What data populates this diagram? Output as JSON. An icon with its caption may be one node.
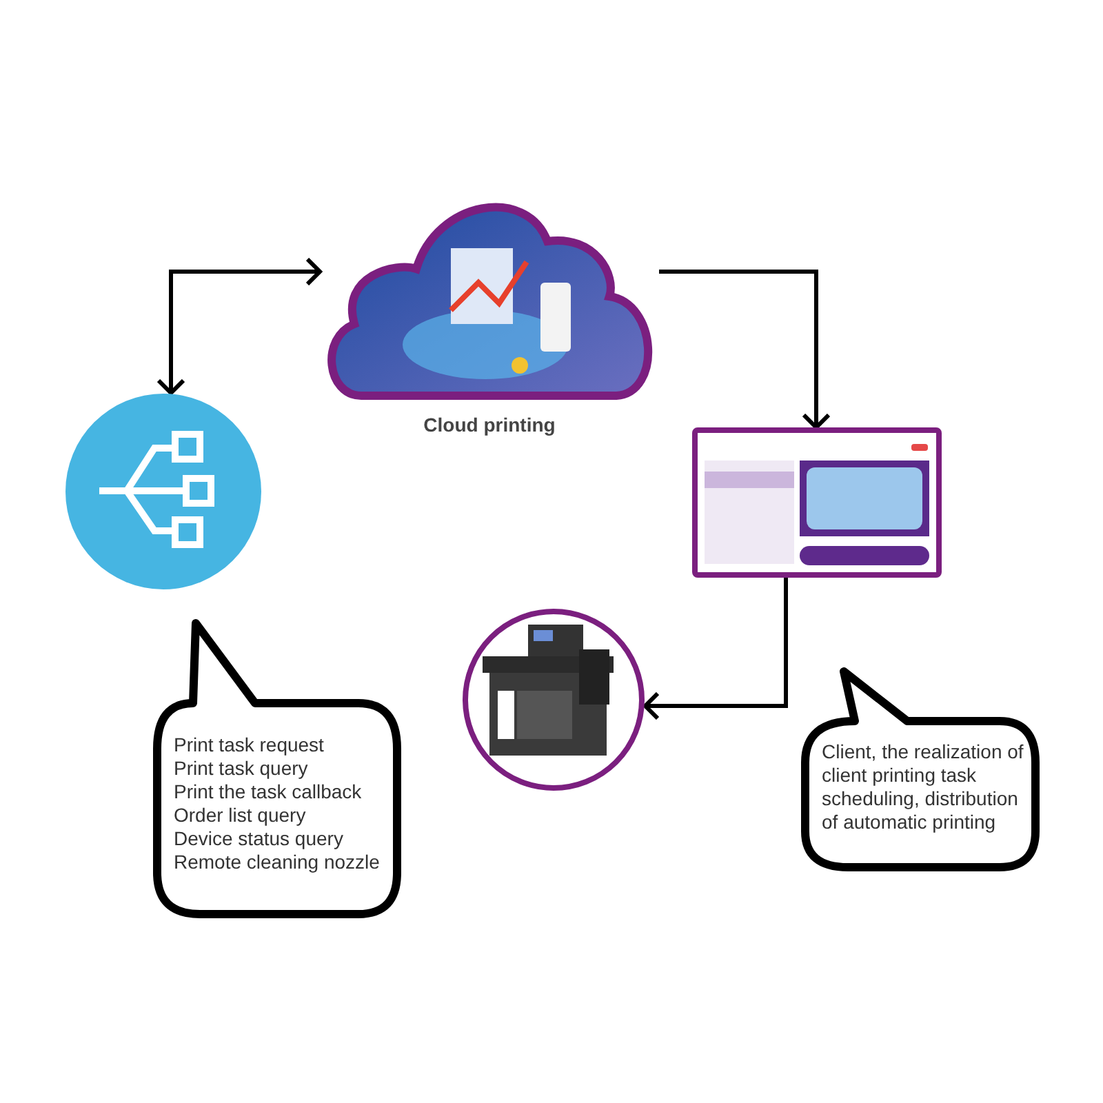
{
  "diagram": {
    "nodes": [
      {
        "text": [],
        "shape": "picture"
      },
      {
        "text": [
          "Cloud printing"
        ]
      },
      {
        "text": [],
        "shape": "picture"
      },
      {
        "text": [],
        "shape": "picture"
      },
      {
        "text": [
          "Print task request",
          "Print task query",
          "Print the task callback",
          "Order list query",
          "Device status query",
          "Remote cleaning nozzle"
        ]
      },
      {
        "text": [
          "Client, the realization of client printing task scheduling, distribution of automatic printing"
        ]
      }
    ],
    "edges": [
      {
        "from": 0,
        "to": 1,
        "arrow": "both"
      },
      {
        "from": 1,
        "to": 2,
        "arrow": "to"
      },
      {
        "from": 2,
        "to": 3,
        "arrow": "to"
      }
    ]
  }
}
